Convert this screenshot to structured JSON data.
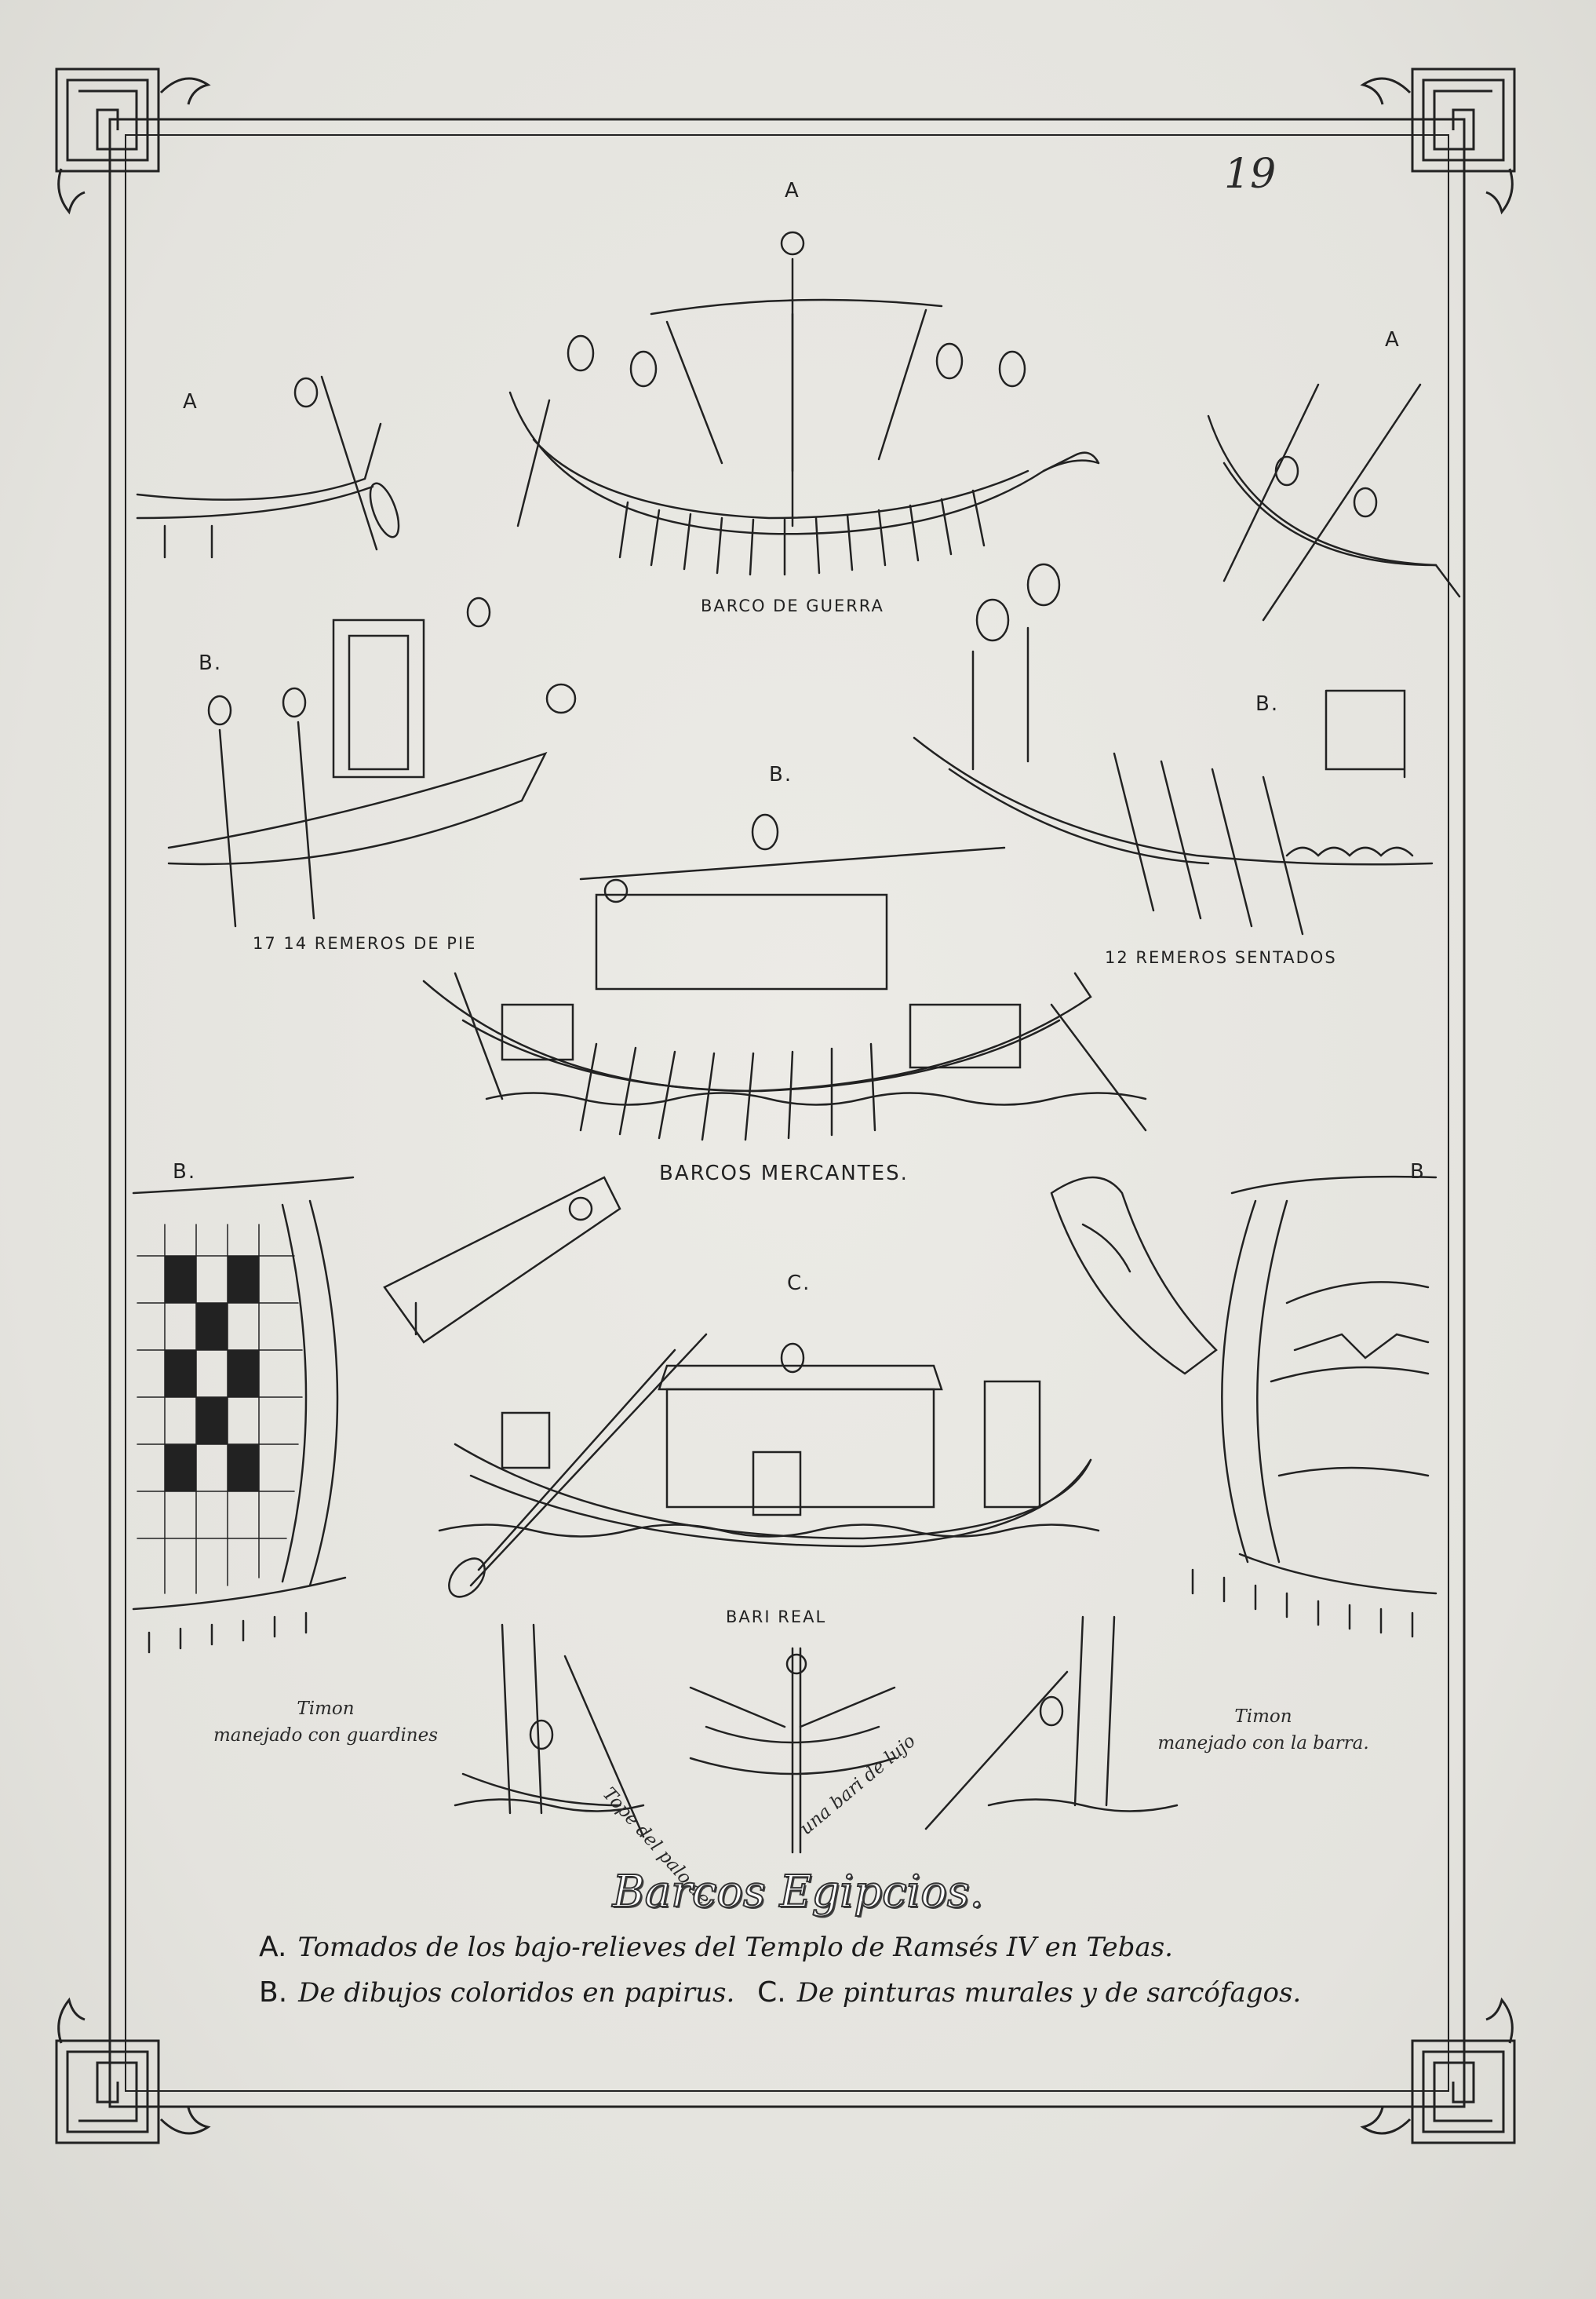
{
  "page_number": "19",
  "labels": {
    "a_top": "A",
    "a_left": "A",
    "a_right": "A",
    "barco_de_guerra": "BARCO DE GUERRA",
    "b_left": "B.",
    "b_right": "B.",
    "b_center": "B.",
    "remeros_de_pie": "17 14 REMEROS DE PIE",
    "remeros_sentados": "12 REMEROS SENTADOS",
    "barcos_mercantes": "BARCOS MERCANTES.",
    "b_lower_left": "B.",
    "b_lower_right": "B",
    "c_center": "C.",
    "bari_real": "BARI REAL"
  },
  "notes": {
    "timon_left_1": "Timon",
    "timon_left_2": "manejado con guardines",
    "tope_left": "Tope del palo de",
    "tope_right": "una bari de lujo",
    "timon_right_1": "Timon",
    "timon_right_2": "manejado con la barra."
  },
  "title": "Barcos Egipcios.",
  "captions": {
    "a_key": "A.",
    "a_text": "Tomados de los bajo-relieves del Templo de Ramsés IV en Tebas.",
    "b_key": "B.",
    "b_text": "De dibujos coloridos en papirus.",
    "c_key": "C.",
    "c_text": "De pinturas murales y de sarcófagos."
  },
  "ink_color": "#222222",
  "paper_color": "#e7e6e1"
}
